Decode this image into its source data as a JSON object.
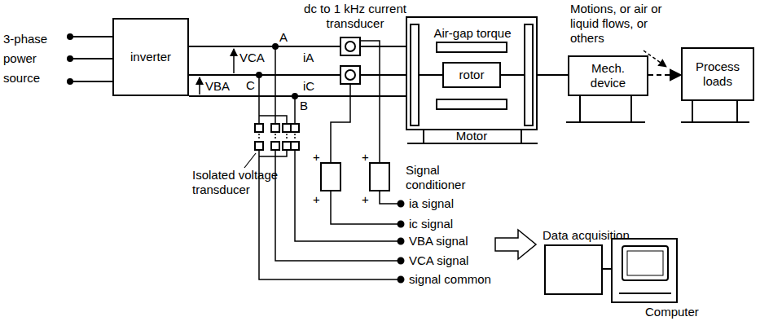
{
  "diagram": {
    "nodes": [
      {
        "text": [
          "inverter"
        ]
      },
      {
        "text": [
          "Motor"
        ]
      },
      {
        "text": [
          "rotor"
        ],
        "in": 1
      },
      {
        "text": [
          "Mech. device"
        ]
      },
      {
        "text": [
          "Process loads"
        ]
      },
      {
        "text": [
          "Data acquisition"
        ]
      },
      {
        "text": [
          "Computer"
        ]
      }
    ],
    "edges": [
      {
        "from": 0,
        "to": 1,
        "arrow": "none"
      },
      {
        "from": 0,
        "to": 1,
        "arrow": "none"
      },
      {
        "from": 0,
        "to": 1,
        "arrow": "none"
      },
      {
        "from": 1,
        "to": 3,
        "arrow": "none"
      },
      {
        "from": 3,
        "to": 4,
        "arrow": "to"
      },
      {
        "from": 5,
        "to": 6,
        "arrow": "none"
      }
    ],
    "labels": [
      "3-phase power source",
      "VCA",
      "VBA",
      "A",
      "C",
      "B",
      "iA",
      "iC",
      "dc to 1 kHz current transducer",
      "Air-gap torque",
      "Motions, or air or liquid flows, or others",
      "Isolated voltage transducer",
      "Signal conditioner",
      "+",
      "+",
      "+",
      "+",
      "ia signal",
      "ic signal",
      "VBA signal",
      "VCA signal",
      "signal common"
    ]
  }
}
